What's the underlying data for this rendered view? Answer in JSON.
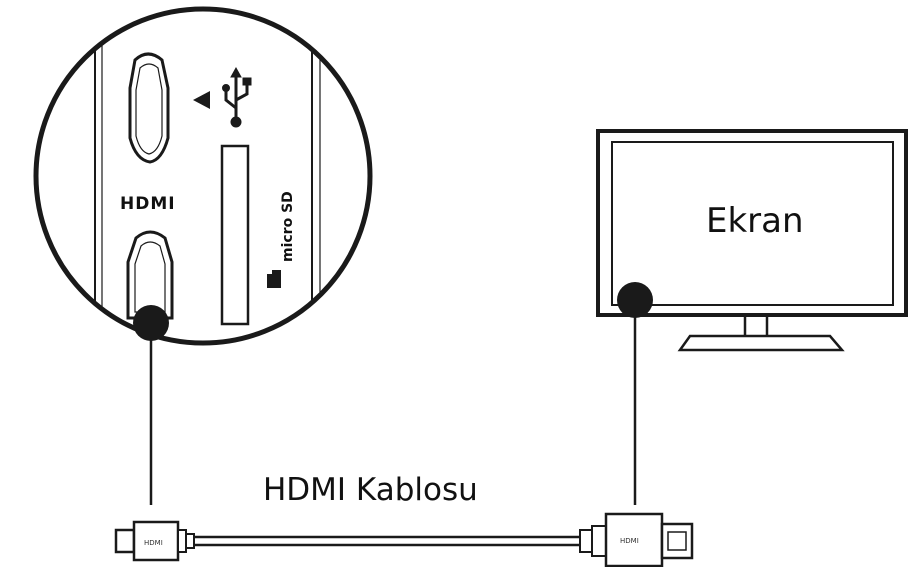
{
  "device": {
    "port_label": "HDMI",
    "sd_label": "micro SD"
  },
  "display": {
    "label": "Ekran"
  },
  "cable": {
    "label": "HDMI Kablosu",
    "plug_marking": "HDMI"
  },
  "icons": {
    "usb": "usb-icon",
    "micro_sd": "micro-sd-card-icon",
    "arrow": "left-arrow-icon"
  },
  "colors": {
    "line": "#1a1a1a",
    "port_fill": "#ffffff",
    "connection_dot": "#1a1a1a"
  }
}
